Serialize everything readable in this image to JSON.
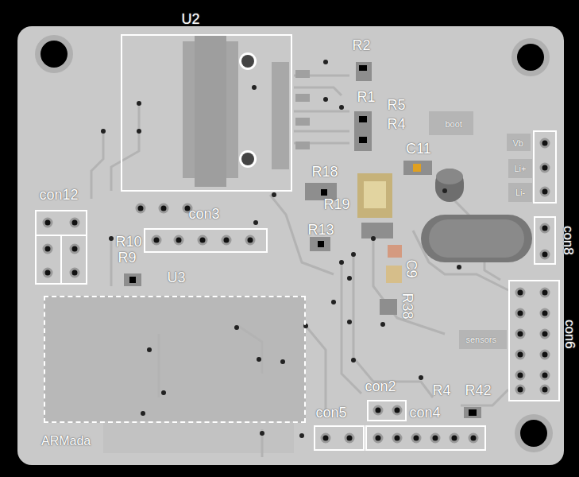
{
  "diagram": {
    "nodes": [
      {
        "text": [
          "U2"
        ]
      },
      {
        "text": [
          "con12"
        ]
      },
      {
        "text": [
          "con3"
        ]
      },
      {
        "text": [
          "U3"
        ]
      },
      {
        "text": [
          "con6"
        ]
      },
      {
        "text": [
          "con8"
        ]
      },
      {
        "text": [
          "con2"
        ]
      },
      {
        "text": [
          "con5"
        ]
      },
      {
        "text": [
          "con4"
        ]
      }
    ],
    "labels": [
      "R2",
      "R1",
      "R5",
      "R4",
      "boot",
      "C11",
      "Vb",
      "Li+",
      "Li-",
      "R18",
      "R19",
      "R13",
      "R10",
      "R9",
      "C9",
      "R38",
      "sensors",
      "R4",
      "R42",
      "ARMada"
    ]
  }
}
